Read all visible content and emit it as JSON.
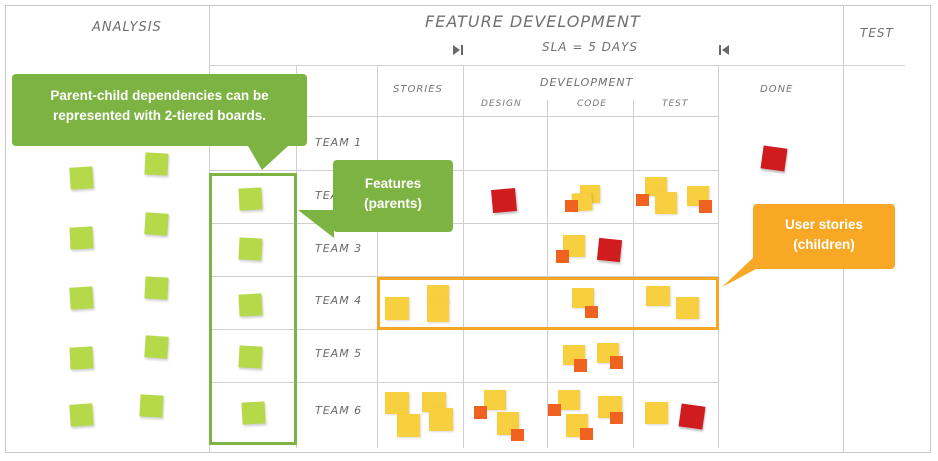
{
  "headers": {
    "analysis": "ANALYSIS",
    "feature_development": "FEATURE DEVELOPMENT",
    "test": "TEST",
    "sla": "SLA = 5 DAYS",
    "sla_start_icon": "bar-arrow-right-icon",
    "sla_end_icon": "bar-arrow-left-icon",
    "stories": "STORIES",
    "development": "DEVELOPMENT",
    "design": "DESIGN",
    "code": "CODE",
    "dev_test": "TEST",
    "done": "DONE"
  },
  "teams": [
    "TEAM 1",
    "TEAM 2",
    "TEAM 3",
    "TEAM 4",
    "TEAM 5",
    "TEAM 6"
  ],
  "callouts": {
    "dependencies": "Parent-child dependencies can be represented with 2-tiered boards.",
    "features": "Features (parents)",
    "user_stories": "User stories (children)"
  },
  "colors": {
    "callout_green": "#7cb342",
    "callout_orange": "#f9a825",
    "highlight_green": "#7cb342",
    "highlight_orange": "#f5a623",
    "note_green": "#b6d94a",
    "note_yellow": "#f8cf3f",
    "note_orange": "#f0621f",
    "note_red": "#d11c1f"
  }
}
